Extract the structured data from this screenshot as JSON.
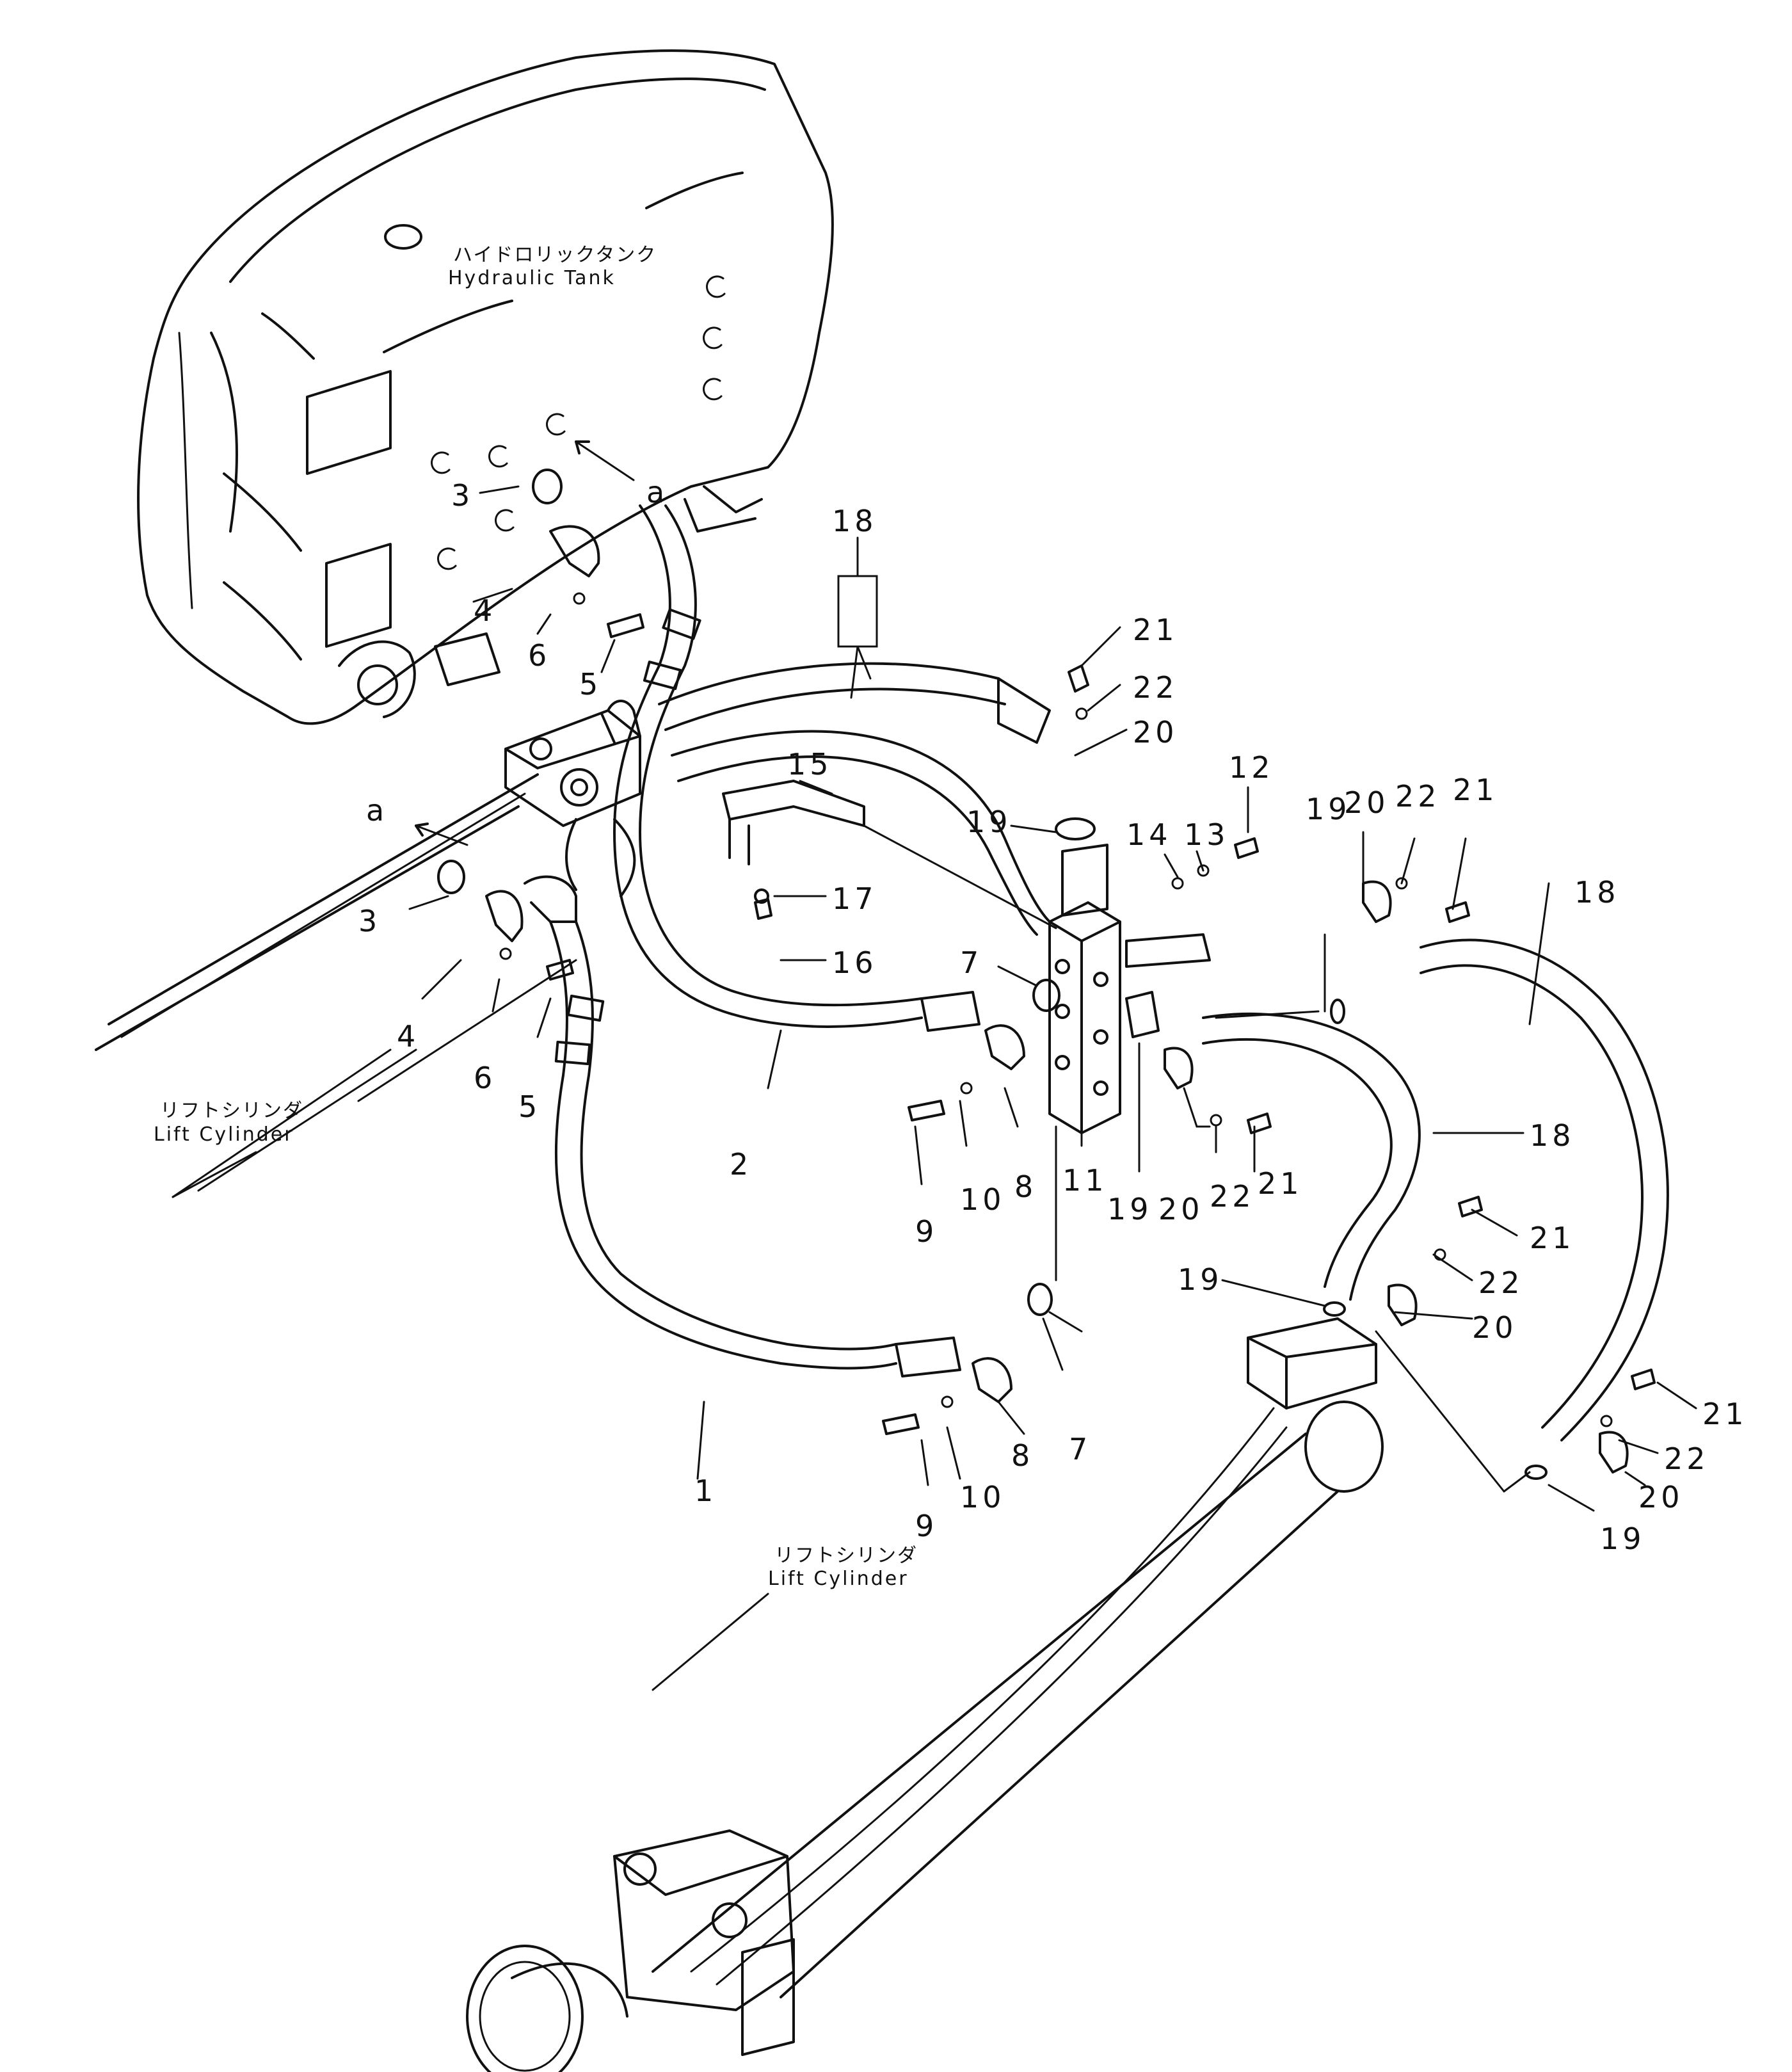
{
  "labels": {
    "tank_jp": "ハイドロリックタンク",
    "tank_en": "Hydraulic  Tank",
    "lift_left_jp": "リフトシリンダ",
    "lift_left_en": "Lift  Cylinder",
    "lift_bottom_jp": "リフトシリンダ",
    "lift_bottom_en": "Lift  Cylinder",
    "ref_a_top": "a",
    "ref_a_left": "a"
  },
  "callouts": {
    "c18_top": "18",
    "c21_top": "21",
    "c22_top": "22",
    "c20_top": "20",
    "c12": "12",
    "c13": "13",
    "c14": "14",
    "c15": "15",
    "c19_mid": "19",
    "c17": "17",
    "c16": "16",
    "c7_upper": "7",
    "c3_upper": "3",
    "c4_upper": "4",
    "c6_upper": "6",
    "c5_upper": "5",
    "c3_lower": "3",
    "c4_lower": "4",
    "c6_lower": "6",
    "c5_lower": "5",
    "c2": "2",
    "c9_upper": "9",
    "c10_upper": "10",
    "c8_upper": "8",
    "c11": "11",
    "c19_block": "19",
    "c20_block": "20",
    "c22_block": "22",
    "c21_block": "21",
    "c18_right_mid": "18",
    "c19_right": "19",
    "c20_right": "20",
    "c22_right": "22",
    "c21_right": "21",
    "c18_right": "18",
    "c21_low1": "21",
    "c22_low1": "22",
    "c20_low1": "20",
    "c19_low1": "19",
    "c7_lower": "7",
    "c1": "1",
    "c9_lower": "9",
    "c10_lower": "10",
    "c8_lower": "8",
    "c21_low2": "21",
    "c22_low2": "22",
    "c20_low2": "20",
    "c19_low2": "19"
  }
}
